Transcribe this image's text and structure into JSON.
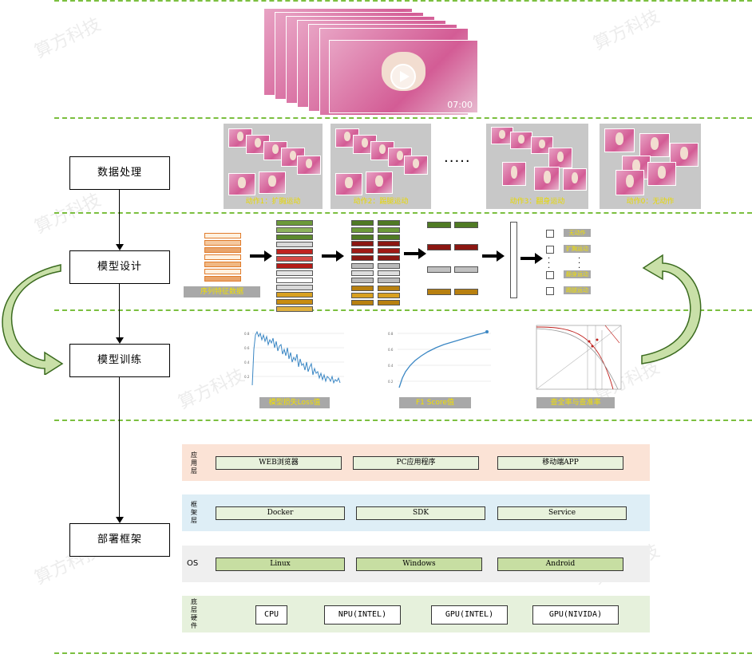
{
  "flow": {
    "steps": [
      "数据处理",
      "模型设计",
      "模型训练",
      "部署框架"
    ]
  },
  "video": {
    "time": "07:00"
  },
  "actions": {
    "labels": [
      "动作1：扩胸运动",
      "动作2：踢腿运动",
      "动作3：翻身运动",
      "动作0：无动作"
    ],
    "ellipsis": "·····"
  },
  "model": {
    "input_label": "序列特征数据",
    "outputs": [
      "无动作",
      "扩胸运动",
      "翻身运动",
      "踢腿运动"
    ],
    "colors": {
      "orange": "#e07c2c",
      "red": "#c0231f",
      "green": "#4f7a24",
      "gray": "#b9b9b9",
      "gold": "#d8a020"
    }
  },
  "training": {
    "loss_caption": "模型损失Loss值",
    "f1_caption": "F1 Score值",
    "pr_caption": "查全率与查准率"
  },
  "deploy": {
    "layers": [
      {
        "label": "应用层",
        "items": [
          "WEB浏览器",
          "PC应用程序",
          "移动端APP"
        ]
      },
      {
        "label": "框架层",
        "items": [
          "Docker",
          "SDK",
          "Service"
        ]
      },
      {
        "label": "OS",
        "items": [
          "Linux",
          "Windows",
          "Android"
        ]
      },
      {
        "label": "底层硬件",
        "items": [
          "CPU",
          "NPU(INTEL)",
          "GPU(INTEL)",
          "GPU(NIVIDA)"
        ]
      }
    ],
    "colors": {
      "app_bg": "#fbe3d6",
      "framework_bg": "#deeef6",
      "os_bg": "#efefef",
      "hw_bg": "#e6f1dc",
      "box_fill": "#c7dea2",
      "box_fill_light": "#e8f2dc"
    }
  },
  "watermark": "算方科技"
}
